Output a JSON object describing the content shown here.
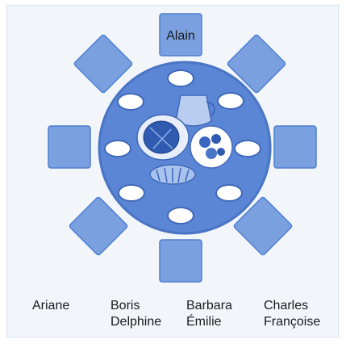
{
  "seat_top_label": "Alain",
  "name_groups": [
    {
      "lines": [
        "Ariane"
      ]
    },
    {
      "lines": [
        "Boris",
        "Delphine"
      ]
    },
    {
      "lines": [
        "Barbara",
        "Émilie"
      ]
    },
    {
      "lines": [
        "Charles",
        "Françoise"
      ]
    }
  ],
  "colors": {
    "seat": "#7aa0e0",
    "seat_border": "#4f7fcf",
    "table": "#5b86d6",
    "table_ring": "#4a74c4",
    "plate": "#ffffff"
  }
}
